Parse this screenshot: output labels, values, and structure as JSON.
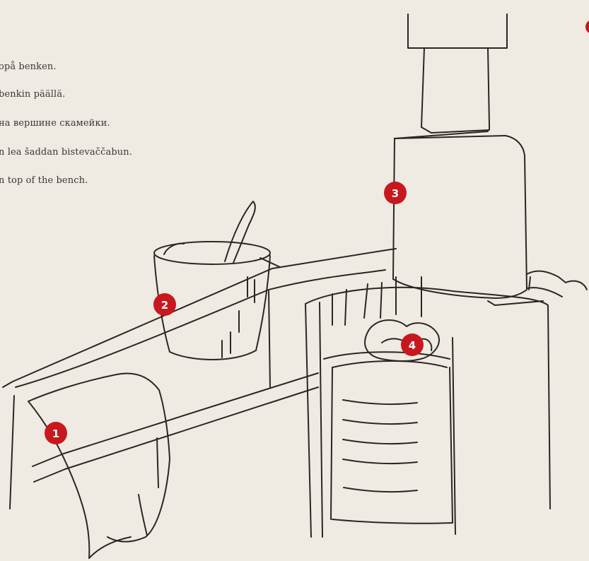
{
  "captions": [
    "opå benken.",
    "benkin päällä.",
    "на вершине скамейки.",
    "n lea šaddan bistevaččabun.",
    "n top of the bench."
  ],
  "markers": [
    "1",
    "2",
    "3",
    "4"
  ],
  "colors": {
    "background": "#efebe3",
    "ink": "#2b2622",
    "marker": "#c8181e",
    "text": "#3a3633"
  }
}
